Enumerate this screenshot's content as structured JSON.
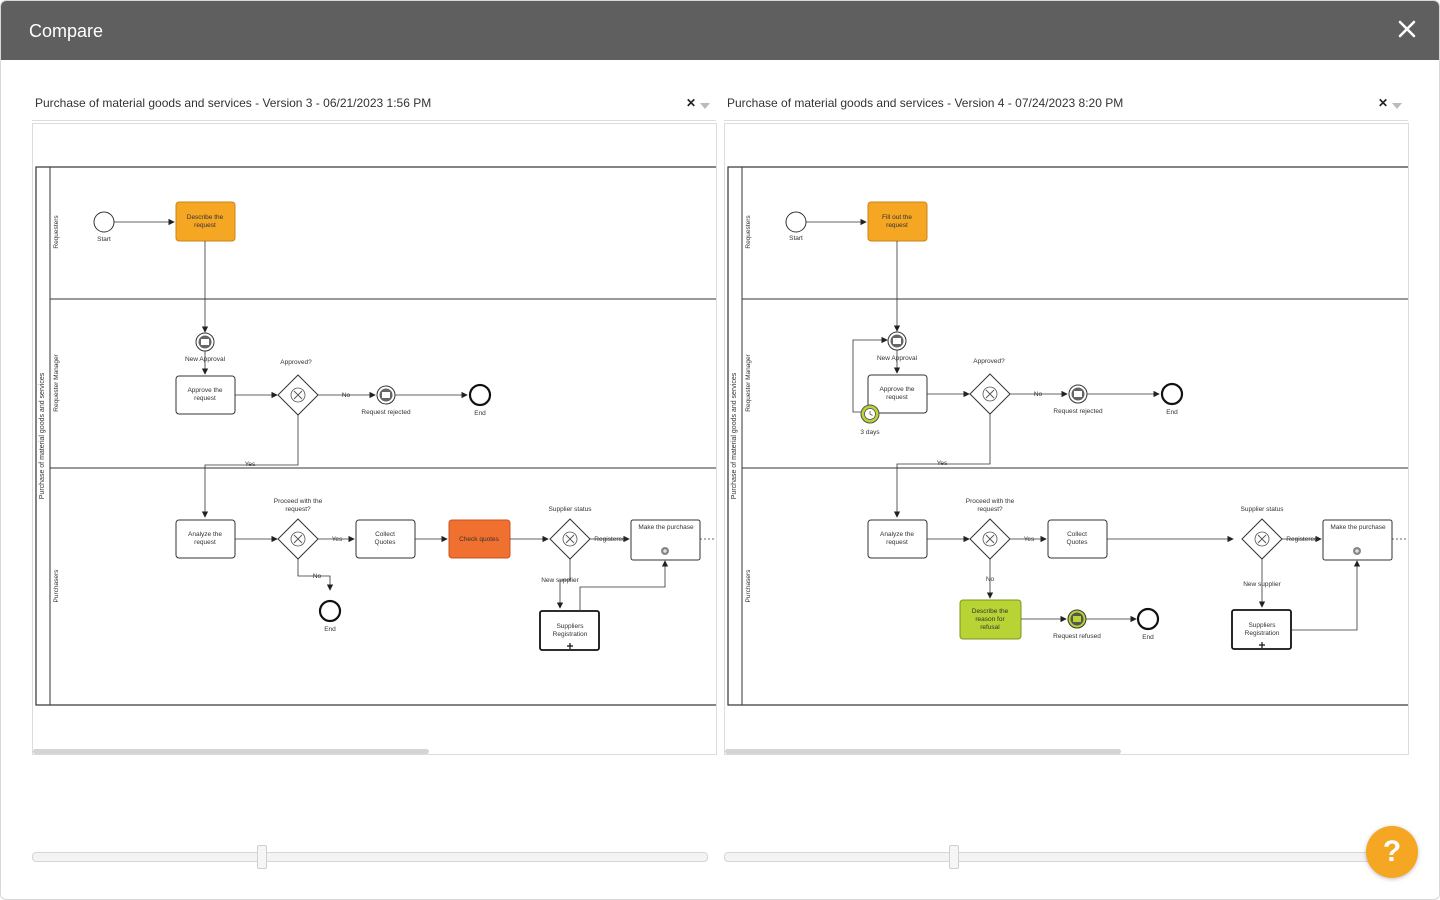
{
  "header": {
    "title": "Compare"
  },
  "left": {
    "version_label": "Purchase of material goods and services - Version 3 - 06/21/2023 1:56 PM",
    "diagram": {
      "pool": "Purchase of material goods and services",
      "lanes": [
        "Requesters",
        "Requester Manager",
        "Purchasers"
      ],
      "start": "Start",
      "task_describe": [
        "Describe the",
        "request"
      ],
      "new_approval": "New Approval",
      "approved": "Approved?",
      "task_approve": [
        "Approve the",
        "request"
      ],
      "no": "No",
      "request_rejected": "Request rejected",
      "end": "End",
      "yes": "Yes",
      "proceed": [
        "Proceed with the",
        "request?"
      ],
      "task_analyze": [
        "Analyze the",
        "request"
      ],
      "task_collect": [
        "Collect",
        "Quotes"
      ],
      "task_check": "Check quotes",
      "supplier_status": "Supplier status",
      "registered": "Registered",
      "new_supplier": "New supplier",
      "make_purchase": "Make the purchase",
      "suppliers_reg": [
        "Suppliers",
        "Registration"
      ]
    }
  },
  "right": {
    "version_label": "Purchase of material goods and services - Version 4 - 07/24/2023 8:20 PM",
    "diagram": {
      "pool": "Purchase of material goods and services",
      "lanes": [
        "Requesters",
        "Requester Manager",
        "Purchasers"
      ],
      "start": "Start",
      "task_fill": [
        "Fill out the",
        "request"
      ],
      "new_approval": "New Approval",
      "approved": "Approved?",
      "task_approve": [
        "Approve the",
        "request"
      ],
      "three_days": "3 days",
      "no": "No",
      "request_rejected": "Request rejected",
      "end": "End",
      "yes": "Yes",
      "proceed": [
        "Proceed with the",
        "request?"
      ],
      "task_analyze": [
        "Analyze the",
        "request"
      ],
      "task_collect": [
        "Collect",
        "Quotes"
      ],
      "task_refusal": [
        "Describe the",
        "reason for",
        "refusal"
      ],
      "request_refused": "Request refused",
      "supplier_status": "Supplier status",
      "registered": "Registered",
      "new_supplier": "New supplier",
      "make_purchase": "Make the purchase",
      "suppliers_reg": [
        "Suppliers",
        "Registration"
      ]
    }
  },
  "colors": {
    "orange": "#f5a623",
    "red_orange": "#f07030",
    "green": "#b7d334",
    "header_bg": "#5f5f5f"
  },
  "help": {
    "label": "?"
  }
}
